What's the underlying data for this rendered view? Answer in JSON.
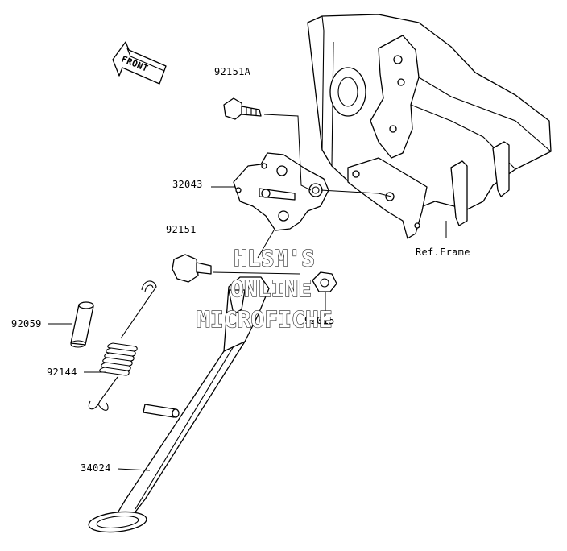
{
  "front_arrow": {
    "label": "FRONT"
  },
  "parts": [
    {
      "id": "p1",
      "label": "92151A"
    },
    {
      "id": "p2",
      "label": "32043"
    },
    {
      "id": "p3",
      "label": "92151"
    },
    {
      "id": "p4",
      "label": "92059"
    },
    {
      "id": "p5",
      "label": "92144"
    },
    {
      "id": "p6",
      "label": "92015"
    },
    {
      "id": "p7",
      "label": "34024"
    }
  ],
  "ref_label": "Ref.Frame",
  "watermark": {
    "line1": "HLSM'S",
    "line2": "ONLINE",
    "line3": "MICROFICHE"
  }
}
